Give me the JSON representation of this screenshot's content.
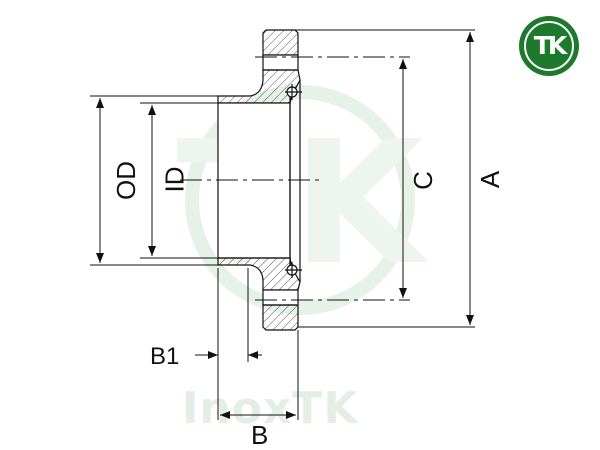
{
  "watermark_text": "InoxTK",
  "logo": {
    "text": "TK",
    "color": "#1d7a2c"
  },
  "dimensions": {
    "A": "A",
    "C": "C",
    "OD": "OD",
    "ID": "ID",
    "B": "B",
    "B1": "B1"
  }
}
